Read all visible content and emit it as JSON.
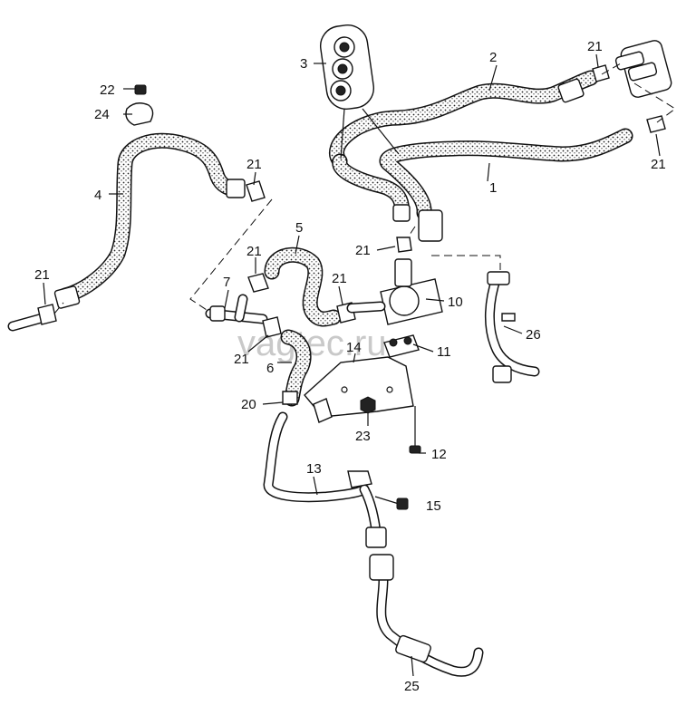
{
  "watermark": "vagtec.ru",
  "callouts": [
    {
      "id": "c1",
      "text": "1"
    },
    {
      "id": "c2",
      "text": "2"
    },
    {
      "id": "c3",
      "text": "3"
    },
    {
      "id": "c4",
      "text": "4"
    },
    {
      "id": "c5",
      "text": "5"
    },
    {
      "id": "c6",
      "text": "6"
    },
    {
      "id": "c7",
      "text": "7"
    },
    {
      "id": "c10",
      "text": "10"
    },
    {
      "id": "c11",
      "text": "11"
    },
    {
      "id": "c12",
      "text": "12"
    },
    {
      "id": "c13",
      "text": "13"
    },
    {
      "id": "c14",
      "text": "14"
    },
    {
      "id": "c15",
      "text": "15"
    },
    {
      "id": "c20",
      "text": "20"
    },
    {
      "id": "c21a",
      "text": "21"
    },
    {
      "id": "c21b",
      "text": "21"
    },
    {
      "id": "c21c",
      "text": "21"
    },
    {
      "id": "c21d",
      "text": "21"
    },
    {
      "id": "c21e",
      "text": "21"
    },
    {
      "id": "c21f",
      "text": "21"
    },
    {
      "id": "c21g",
      "text": "21"
    },
    {
      "id": "c21h",
      "text": "21"
    },
    {
      "id": "c22",
      "text": "22"
    },
    {
      "id": "c23",
      "text": "23"
    },
    {
      "id": "c24",
      "text": "24"
    },
    {
      "id": "c25",
      "text": "25"
    },
    {
      "id": "c26",
      "text": "26"
    }
  ]
}
